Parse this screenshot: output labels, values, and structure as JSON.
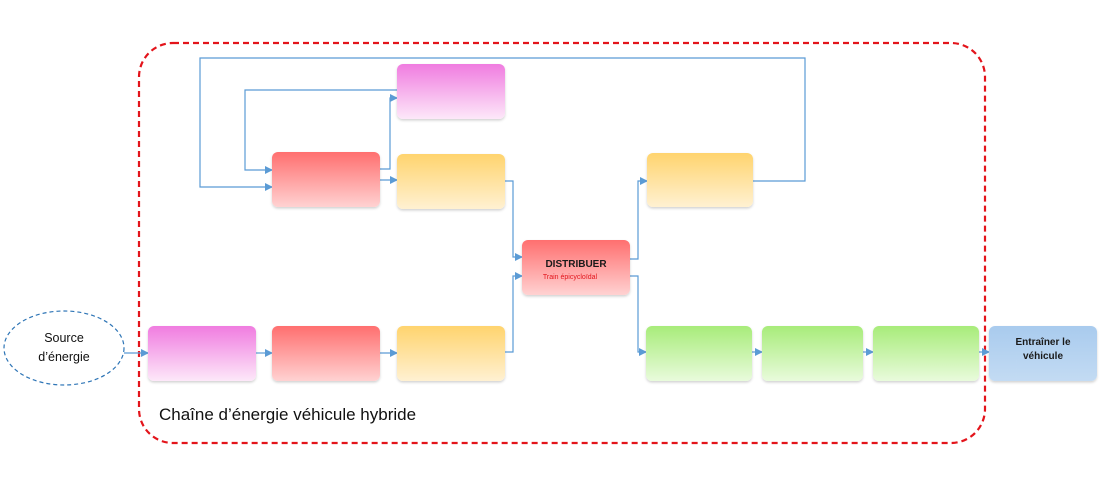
{
  "source_label_line1": "Source",
  "source_label_line2": "d’énergie",
  "chain_title": "Chaîne d’énergie véhicule hybride",
  "distributor": {
    "title": "DISTRIBUER",
    "subtitle": "Train épicycloïdal"
  },
  "output_label_line1": "Entraîner le",
  "output_label_line2": "véhicule",
  "colors": {
    "frame": "#e3141b",
    "arrow": "#5b9bd5",
    "pink": "#f078e0",
    "red": "#ff6b6b",
    "yellow": "#ffd36b",
    "green": "#a8ec7a",
    "blue": "#9fc3e8",
    "distributor_text": "#1a1a1a",
    "distributor_subtext": "#e3141b"
  }
}
